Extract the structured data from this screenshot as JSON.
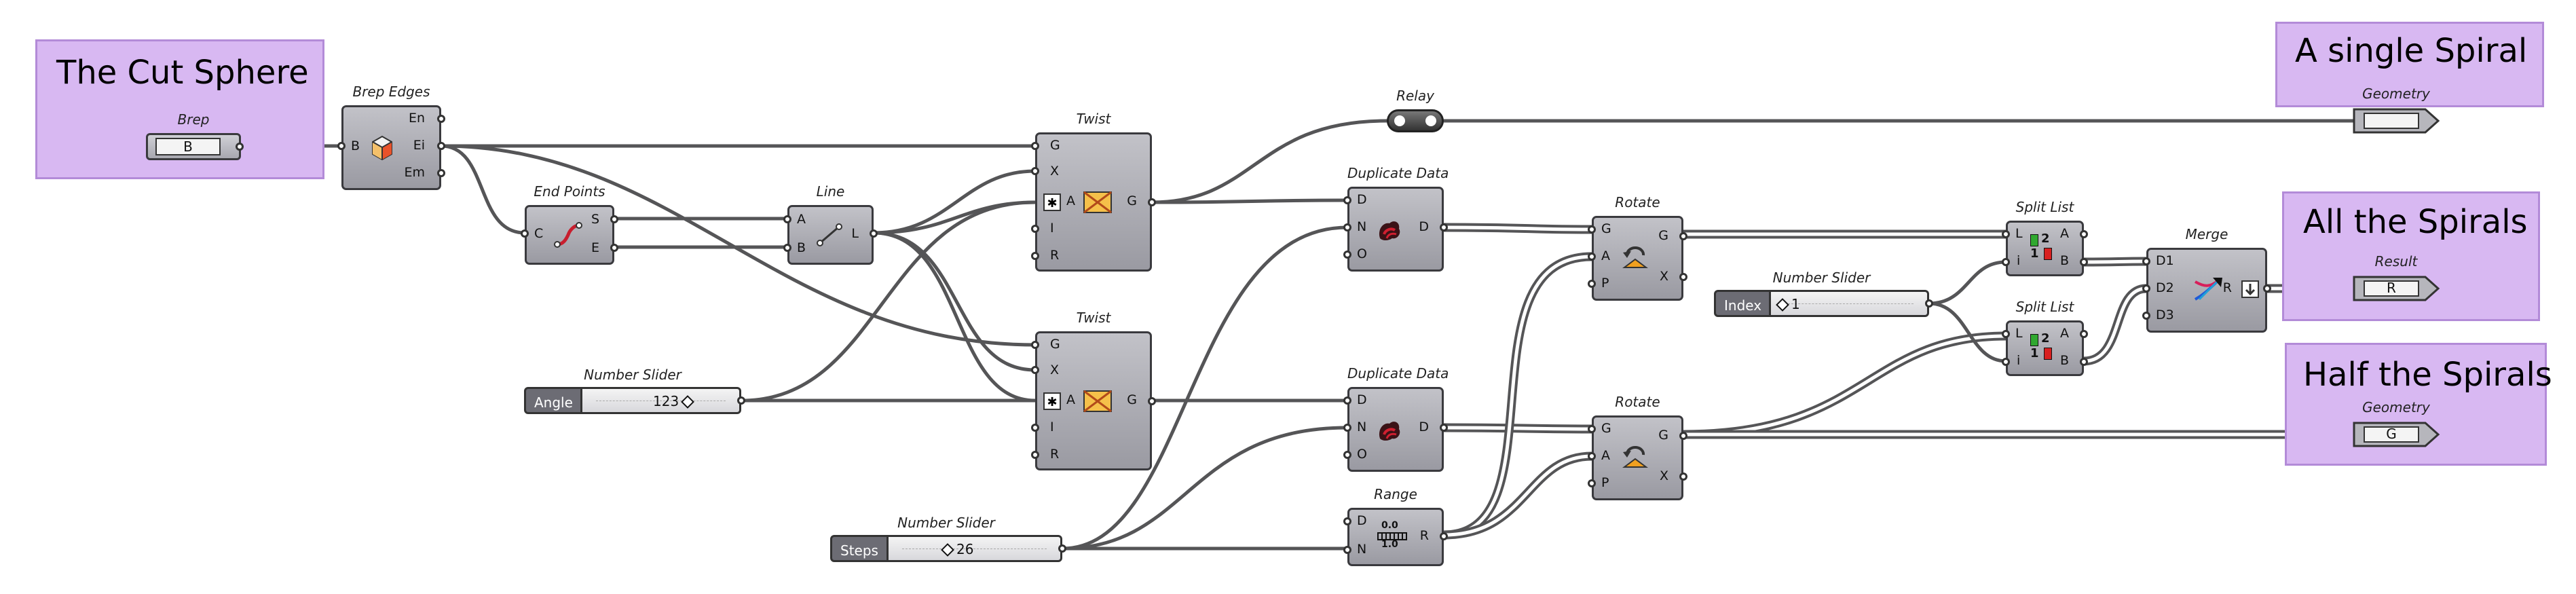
{
  "groups": {
    "cut_sphere": {
      "title": "The Cut Sphere",
      "param_title": "Brep",
      "param_value": "B"
    },
    "single_spiral": {
      "title": "A single Spiral",
      "param_title": "Geometry",
      "param_value": ""
    },
    "all_spirals": {
      "title": "All the Spirals",
      "param_title": "Result",
      "param_value": "R"
    },
    "half_spirals": {
      "title": "Half the Spirals",
      "param_title": "Geometry",
      "param_value": "G"
    }
  },
  "components": {
    "brep_edges": {
      "title": "Brep Edges",
      "inputs": [
        "B"
      ],
      "outputs": [
        "En",
        "Ei",
        "Em"
      ]
    },
    "end_points": {
      "title": "End Points",
      "inputs": [
        "C"
      ],
      "outputs": [
        "S",
        "E"
      ]
    },
    "line": {
      "title": "Line",
      "inputs": [
        "A",
        "B"
      ],
      "outputs": [
        "L"
      ]
    },
    "twist_top": {
      "title": "Twist",
      "inputs": [
        "G",
        "X",
        "A",
        "I",
        "R"
      ],
      "outputs": [
        "G"
      ]
    },
    "twist_bottom": {
      "title": "Twist",
      "inputs": [
        "G",
        "X",
        "A",
        "I",
        "R"
      ],
      "outputs": [
        "G"
      ]
    },
    "relay": {
      "title": "Relay"
    },
    "dup_top": {
      "title": "Duplicate Data",
      "inputs": [
        "D",
        "N",
        "O"
      ],
      "outputs": [
        "D"
      ]
    },
    "dup_bottom": {
      "title": "Duplicate Data",
      "inputs": [
        "D",
        "N",
        "O"
      ],
      "outputs": [
        "D"
      ]
    },
    "range": {
      "title": "Range",
      "inputs": [
        "D",
        "N"
      ],
      "outputs": [
        "R"
      ],
      "icon_text_top": "0.0",
      "icon_text_bottom": "1.0"
    },
    "rotate_top": {
      "title": "Rotate",
      "inputs": [
        "G",
        "A",
        "P"
      ],
      "outputs": [
        "G",
        "X"
      ]
    },
    "rotate_bottom": {
      "title": "Rotate",
      "inputs": [
        "G",
        "A",
        "P"
      ],
      "outputs": [
        "G",
        "X"
      ]
    },
    "split_top": {
      "title": "Split List",
      "inputs": [
        "L",
        "i"
      ],
      "outputs": [
        "A",
        "B"
      ],
      "icon_digits": [
        "2",
        "1"
      ]
    },
    "split_bottom": {
      "title": "Split List",
      "inputs": [
        "L",
        "i"
      ],
      "outputs": [
        "A",
        "B"
      ],
      "icon_digits": [
        "2",
        "1"
      ]
    },
    "merge": {
      "title": "Merge",
      "inputs": [
        "D1",
        "D2",
        "D3"
      ],
      "outputs": [
        "R"
      ]
    }
  },
  "sliders": {
    "angle": {
      "title": "Number Slider",
      "label": "Angle",
      "value": "123"
    },
    "index": {
      "title": "Number Slider",
      "label": "Index",
      "value": "1"
    },
    "steps": {
      "title": "Number Slider",
      "label": "Steps",
      "value": "26"
    }
  },
  "colors": {
    "group_fill": "#d8b8f2",
    "group_border": "#b38bd8",
    "component_fill": "#a8a8b0",
    "wire": "#555557",
    "canvas": "#ffffff"
  }
}
